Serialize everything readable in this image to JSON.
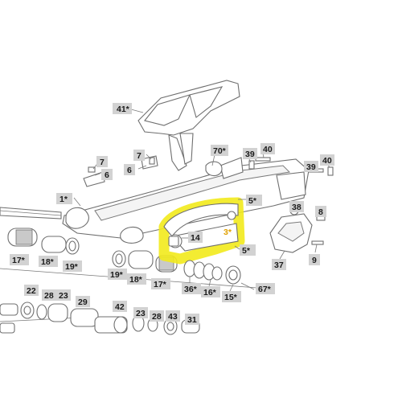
{
  "diagram": {
    "highlight_color": "#f2ea1c",
    "callouts": {
      "c41": "41*",
      "c7a": "7",
      "c6a": "6",
      "c7b": "7",
      "c6b": "6",
      "c70": "70*",
      "c39a": "39",
      "c40a": "40",
      "c39b": "39",
      "c40b": "40",
      "c1": "1*",
      "c5a": "5*",
      "c38": "38",
      "c8": "8",
      "c14": "14",
      "c3": "3*",
      "c5b": "5*",
      "c17a": "17*",
      "c18a": "18*",
      "c19a": "19*",
      "c19b": "19*",
      "c18b": "18*",
      "c17b": "17*",
      "c36": "36*",
      "c16": "16*",
      "c15": "15*",
      "c67": "67*",
      "c37": "37",
      "c9": "9",
      "c22": "22",
      "c28a": "28",
      "c23a": "23",
      "c29": "29",
      "c42": "42",
      "c23b": "23",
      "c28b": "28",
      "c43": "43",
      "c31": "31"
    }
  }
}
